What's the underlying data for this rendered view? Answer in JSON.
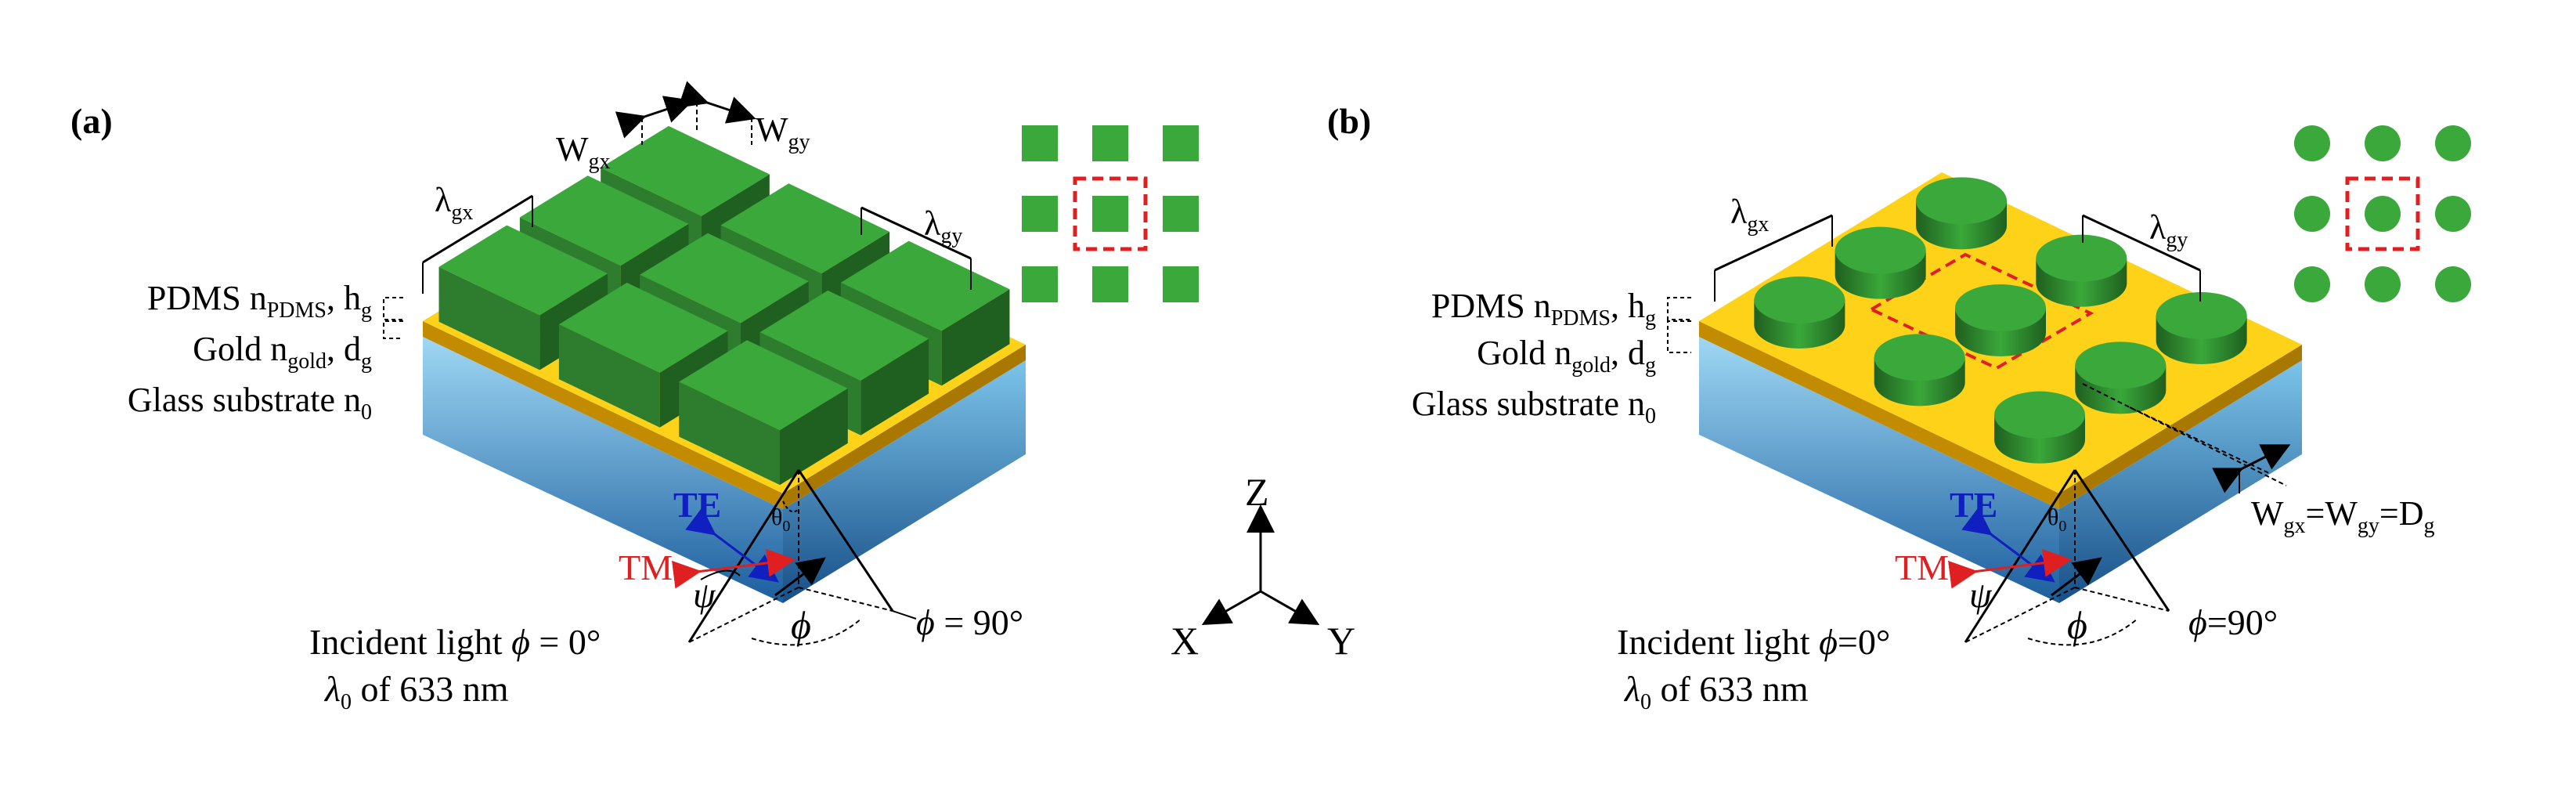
{
  "panels": {
    "a": {
      "label": "(a)",
      "wx_main": "W",
      "wx_sub": "gx",
      "wy_main": "W",
      "wy_sub": "gy",
      "lgx_main": "λ",
      "lgx_sub": "gx",
      "lgy_main": "λ",
      "lgy_sub": "gy",
      "pdms_text": "PDMS n",
      "pdms_sub": "PDMS",
      "pdms_tail": ", h",
      "pdms_tail_sub": "g",
      "gold_text": "Gold n",
      "gold_sub": "gold",
      "gold_tail": ", d",
      "gold_tail_sub": "g",
      "glass_text": "Glass substrate n",
      "glass_sub": "0",
      "te": "TE",
      "tm": "TM",
      "theta": "θ",
      "theta_sub": "0",
      "psi": "ψ",
      "phi": "ϕ",
      "incident_prefix": "Incident light ",
      "incident_phi": "ϕ",
      "incident_val": " = 0°",
      "phi90_sym": "ϕ",
      "phi90_val": " = 90°",
      "lambda0_main": "λ",
      "lambda0_sub": "0",
      "lambda0_tail": " of 633 nm"
    },
    "b": {
      "label": "(b)",
      "lgx_main": "λ",
      "lgx_sub": "gx",
      "lgy_main": "λ",
      "lgy_sub": "gy",
      "pdms_text": "PDMS n",
      "pdms_sub": "PDMS",
      "pdms_tail": ", h",
      "pdms_tail_sub": "g",
      "gold_text": "Gold n",
      "gold_sub": "gold",
      "gold_tail": ", d",
      "gold_tail_sub": "g",
      "glass_text": "Glass substrate n",
      "glass_sub": "0",
      "te": "TE",
      "tm": "TM",
      "theta": "θ",
      "theta_sub": "0",
      "psi": "ψ",
      "phi": "ϕ",
      "incident_prefix": "Incident light ",
      "incident_phi": "ϕ",
      "incident_val": "=0°",
      "phi90_sym": "ϕ",
      "phi90_val": "=90°",
      "lambda0_main": "λ",
      "lambda0_sub": "0",
      "lambda0_tail": " of 633 nm",
      "w_eq_1": "W",
      "w_eq_1_sub": "gx",
      "w_eq_2": "=W",
      "w_eq_2_sub": "gy",
      "w_eq_3": "=D",
      "w_eq_3_sub": "g"
    }
  },
  "axes": {
    "z": "Z",
    "x": "X",
    "y": "Y"
  },
  "colors": {
    "green": "#3aa83a",
    "green_dark": "#2e7d2e",
    "green_darker": "#1f5f1f",
    "gold": "#ffd21a",
    "gold_dark": "#c28b00",
    "blue_top": "#8fd0f0",
    "blue_bottom": "#1f6fb0",
    "red": "#e02020",
    "te_blue": "#1020c0"
  }
}
